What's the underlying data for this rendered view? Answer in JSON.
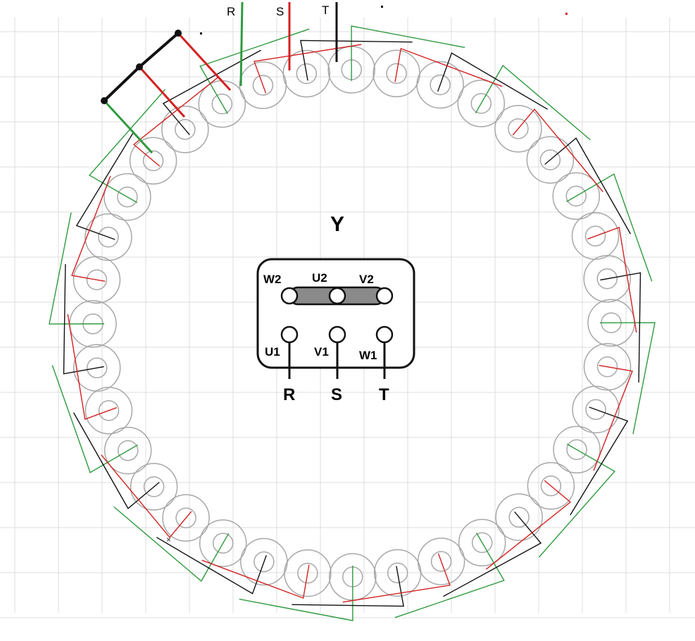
{
  "supply_labels": {
    "r": "R",
    "s": "S",
    "t": "T"
  },
  "terminal_box": {
    "title": "Y",
    "top_row": [
      "W2",
      "U2",
      "V2"
    ],
    "bottom_row": [
      "U1",
      "V1",
      "W1"
    ],
    "outputs": [
      "R",
      "S",
      "T"
    ]
  },
  "colors": {
    "phase_r": "#d42020",
    "phase_s": "#2e9a3e",
    "phase_t": "#111111",
    "coil": "#a8a8a8",
    "grid": "#dcdcdc"
  },
  "stator": {
    "slot_count": 36
  }
}
